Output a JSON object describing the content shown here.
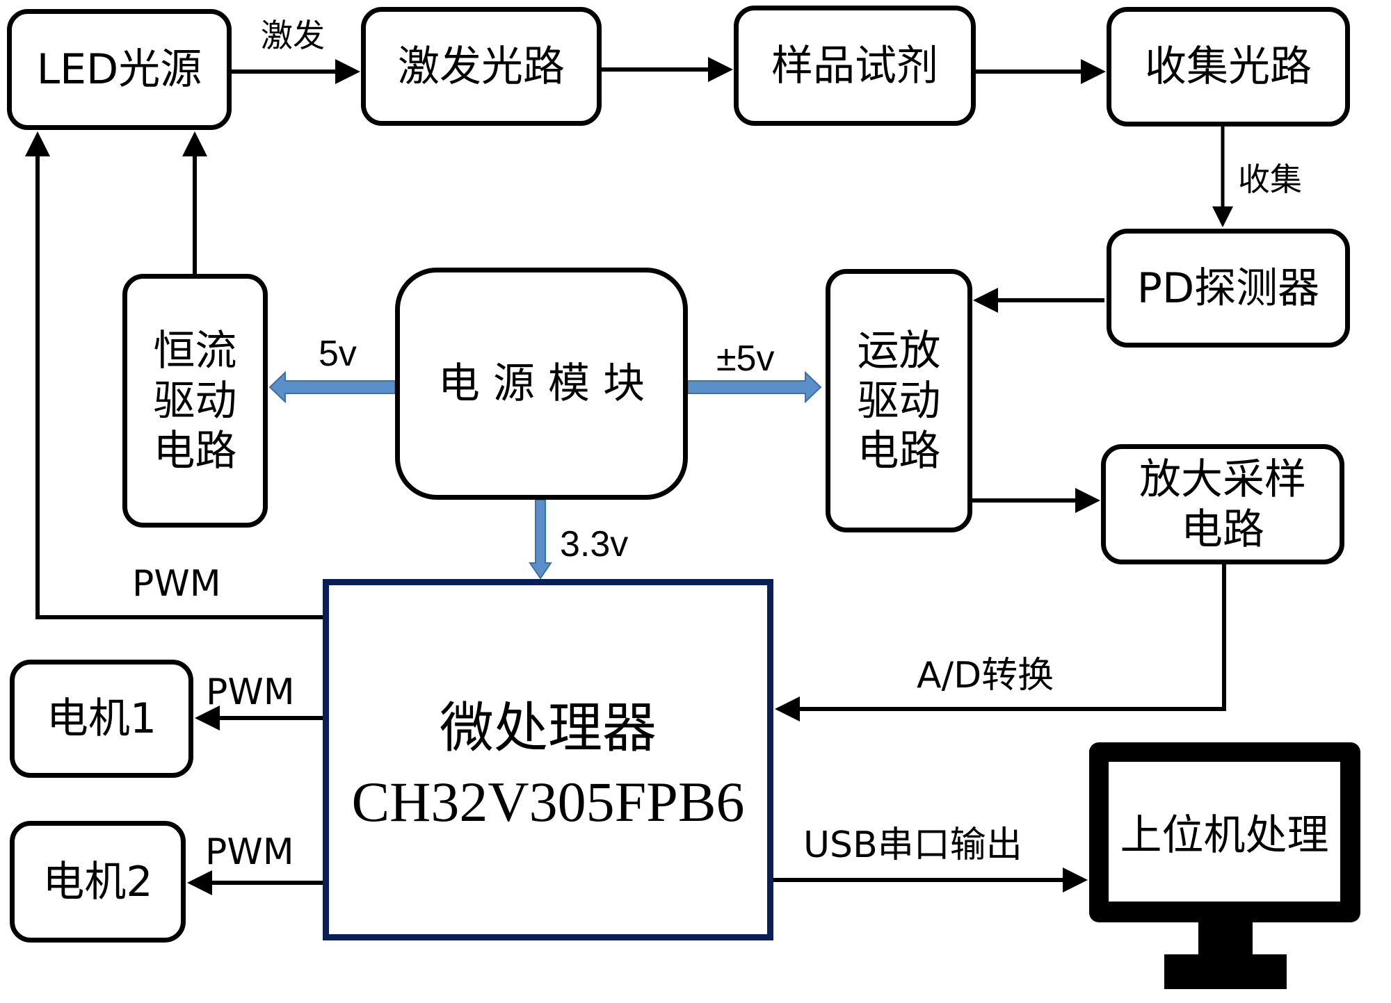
{
  "blocks": {
    "led_source": "LED光源",
    "excitation_path": "激发光路",
    "sample_reagent": "样品试剂",
    "collection_path": "收集光路",
    "pd_detector": "PD探测器",
    "constant_current_driver": "恒流\n驱动\n电路",
    "power_module": "电 源 模 块",
    "opamp_driver": "运放\n驱动\n电路",
    "amp_sampling": "放大采样\n电路",
    "motor1": "电机1",
    "motor2": "电机2",
    "host_pc": "上位机处理"
  },
  "mcu": {
    "title": "微处理器",
    "model": "CH32V305FPB6"
  },
  "edge_labels": {
    "excite": "激发",
    "collect": "收集",
    "v5": "5v",
    "v_pm5": "±5v",
    "v33": "3.3v",
    "pwm_led": "PWM",
    "pwm_motor1": "PWM",
    "pwm_motor2": "PWM",
    "adc": "A/D转换",
    "usb": "USB串口输出"
  },
  "colors": {
    "stroke": "#000000",
    "power_arrow": "#5b8fc9",
    "power_arrow_edge": "#3f6fa8",
    "mcu_border": "#0b1f57"
  }
}
